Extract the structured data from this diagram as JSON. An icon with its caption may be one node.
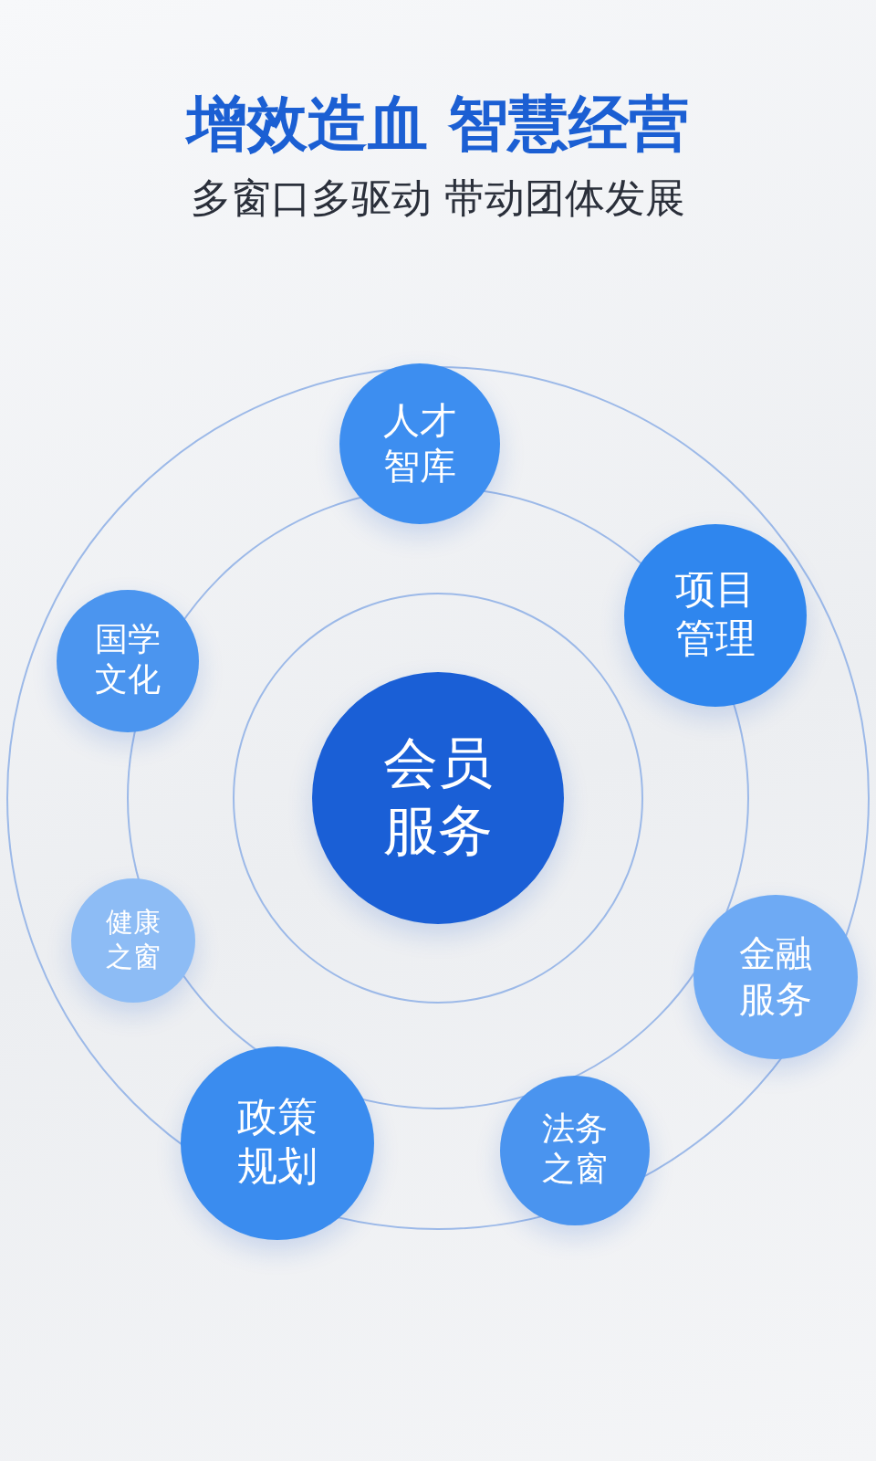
{
  "diagram": {
    "title": "增效造血 智慧经营",
    "nodes": [
      {
        "text": [
          "人才智库"
        ]
      },
      {
        "text": [
          "项目管理"
        ]
      },
      {
        "text": [
          "国学文化"
        ]
      },
      {
        "text": [
          "会员服务"
        ]
      },
      {
        "text": [
          "健康之窗"
        ]
      },
      {
        "text": [
          "金融服务"
        ]
      },
      {
        "text": [
          "政策规划"
        ]
      },
      {
        "text": [
          "法务之窗"
        ]
      }
    ],
    "edges": [],
    "labels": [
      "多窗口多驱动 带动团体发展"
    ]
  }
}
